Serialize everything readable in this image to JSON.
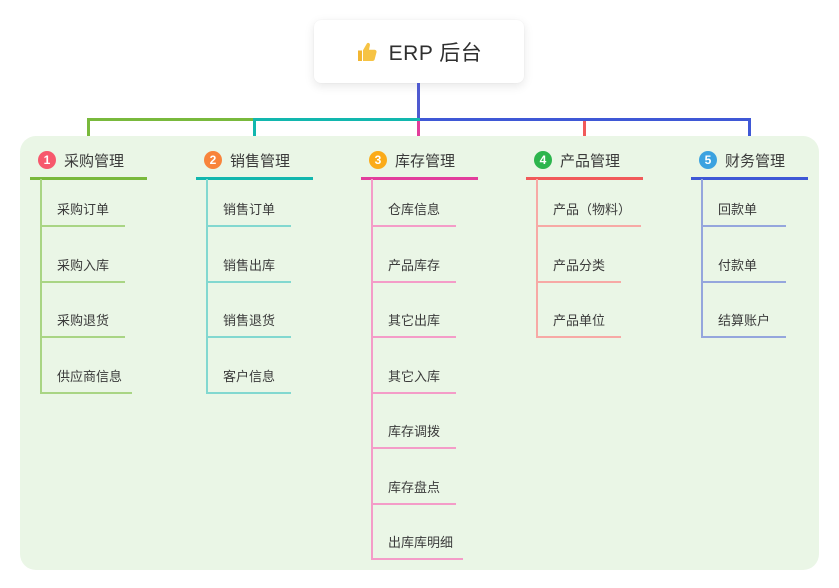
{
  "root": {
    "label": "ERP 后台",
    "icon": "thumbs-up-icon"
  },
  "colors": {
    "root_connector": "#4f5ad0",
    "panel_background": "#eaf6e6",
    "thumb_icon": "#f6c344"
  },
  "branches": [
    {
      "index": "1",
      "label": "采购管理",
      "badge_color": "#f7586d",
      "line_color": "#79b93c",
      "child_line_color": "#a9d584",
      "children": [
        "采购订单",
        "采购入库",
        "采购退货",
        "供应商信息"
      ]
    },
    {
      "index": "2",
      "label": "销售管理",
      "badge_color": "#f8843b",
      "line_color": "#12b7ae",
      "child_line_color": "#82d8d0",
      "children": [
        "销售订单",
        "销售出库",
        "销售退货",
        "客户信息"
      ]
    },
    {
      "index": "3",
      "label": "库存管理",
      "badge_color": "#fbab19",
      "line_color": "#e23e9c",
      "child_line_color": "#f49cc8",
      "children": [
        "仓库信息",
        "产品库存",
        "其它出库",
        "其它入库",
        "库存调拨",
        "库存盘点",
        "出库库明细"
      ]
    },
    {
      "index": "4",
      "label": "产品管理",
      "badge_color": "#2db54d",
      "line_color": "#f15a5a",
      "child_line_color": "#f7a9a5",
      "children": [
        "产品（物料）",
        "产品分类",
        "产品单位"
      ]
    },
    {
      "index": "5",
      "label": "财务管理",
      "badge_color": "#3ba2e0",
      "line_color": "#3f58d6",
      "child_line_color": "#95a6dd",
      "children": [
        "回款单",
        "付款单",
        "结算账户"
      ]
    }
  ]
}
